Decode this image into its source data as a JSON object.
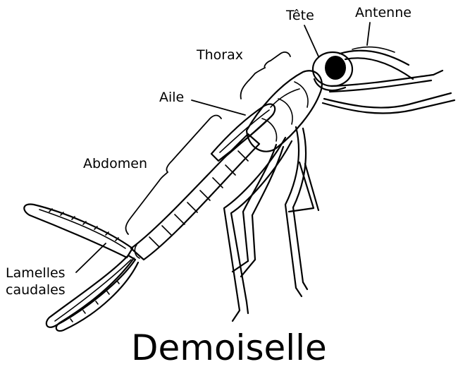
{
  "title": "Demoiselle",
  "labels": {
    "tete": "Tête",
    "antenne": "Antenne",
    "thorax": "Thorax",
    "aile": "Aile",
    "abdomen": "Abdomen",
    "lamelles_line1": "Lamelles",
    "lamelles_line2": "caudales"
  },
  "colors": {
    "ink": "#000000",
    "background": "#ffffff"
  }
}
